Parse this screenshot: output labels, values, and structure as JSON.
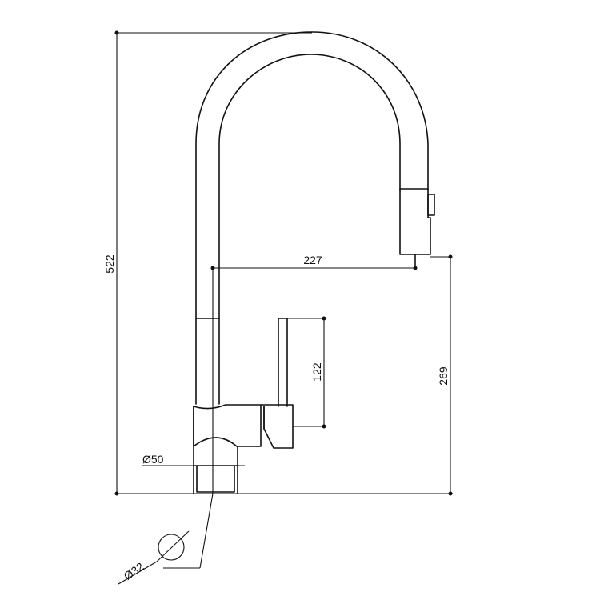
{
  "drawing": {
    "dimensions": {
      "total_height": "522",
      "spout_reach": "227",
      "handle_height": "122",
      "spout_outlet_height": "269",
      "body_diameter": "Ø50",
      "mounting_hole_diameter": "Ø32"
    }
  }
}
